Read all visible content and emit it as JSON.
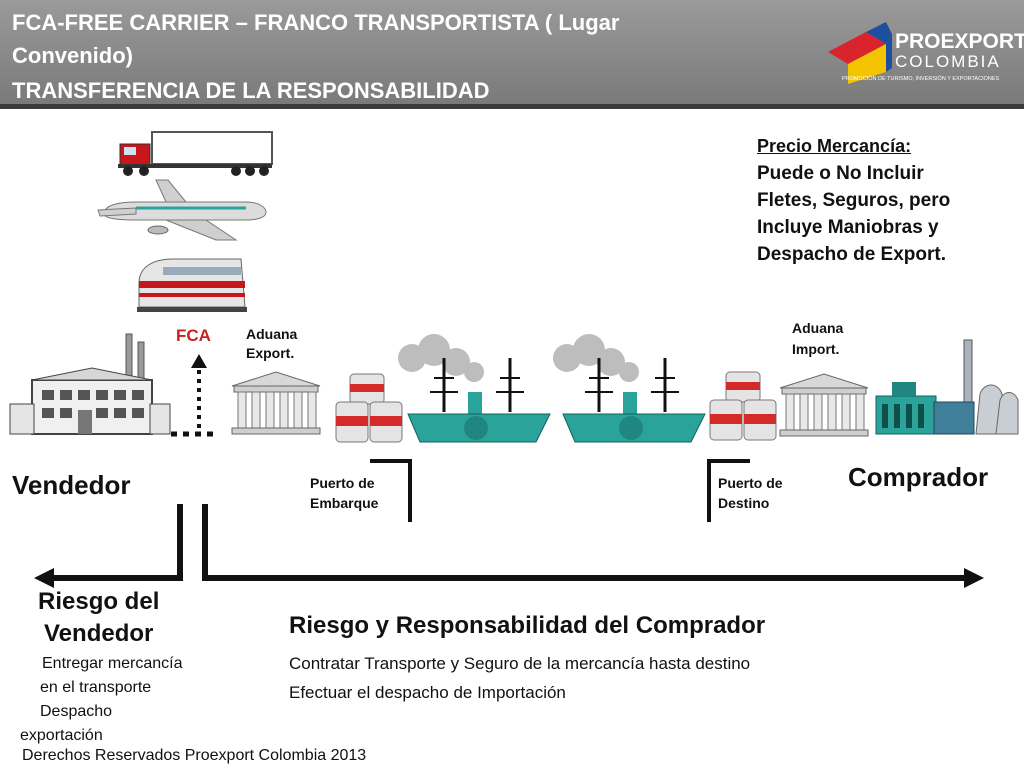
{
  "header": {
    "title_line1": "FCA-FREE CARRIER – FRANCO TRANSPORTISTA ( Lugar",
    "title_line2": "Convenido)",
    "title_line3": "TRANSFERENCIA DE LA RESPONSABILIDAD"
  },
  "logo": {
    "name": "PROEXPORT",
    "country": "COLOMBIA",
    "tagline": "PROMOCIÓN DE TURISMO, INVERSIÓN Y EXPORTACIONES",
    "colors": [
      "#d9232d",
      "#f5c400",
      "#1d4f9e"
    ]
  },
  "price_note": {
    "heading": "Precio Mercancía:",
    "line1": "Puede o No Incluir",
    "line2": "Fletes, Seguros, pero",
    "line3": "Incluye Maniobras y",
    "line4": "Despacho de Export."
  },
  "labels": {
    "fca": "FCA",
    "aduana_export_1": "Aduana",
    "aduana_export_2": "Export.",
    "aduana_import_1": "Aduana",
    "aduana_import_2": "Import.",
    "puerto_embarque_1": "Puerto de",
    "puerto_embarque_2": "Embarque",
    "puerto_destino_1": "Puerto de",
    "puerto_destino_2": "Destino",
    "vendedor": "Vendedor",
    "comprador": "Comprador"
  },
  "seller_risk": {
    "title_1": "Riesgo del",
    "title_2": "Vendedor",
    "duty_1": "Entregar mercancía",
    "duty_2": "en el transporte",
    "duty_3": "Despacho",
    "duty_4": "exportación"
  },
  "buyer_risk": {
    "title": "Riesgo y Responsabilidad del Comprador",
    "duty_1": "Contratar Transporte y Seguro de la mercancía hasta destino",
    "duty_2": "Efectuar el despacho de Importación"
  },
  "footer": {
    "copyright": "Derechos Reservados Proexport Colombia 2013"
  },
  "colors": {
    "header_bg": "#8a8a8a",
    "fca_red": "#cc1f1f",
    "ship_teal": "#2aa39b"
  }
}
